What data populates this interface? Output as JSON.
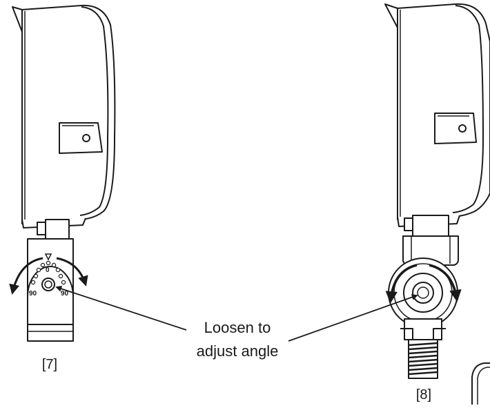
{
  "figures": [
    {
      "label": "[7]",
      "dial_marks": [
        "0",
        "90",
        "90"
      ]
    },
    {
      "label": "[8]"
    }
  ],
  "callout": {
    "line1": "Loosen to",
    "line2": "adjust angle"
  },
  "colors": {
    "stroke": "#1a1a1a",
    "fill": "#ffffff"
  }
}
